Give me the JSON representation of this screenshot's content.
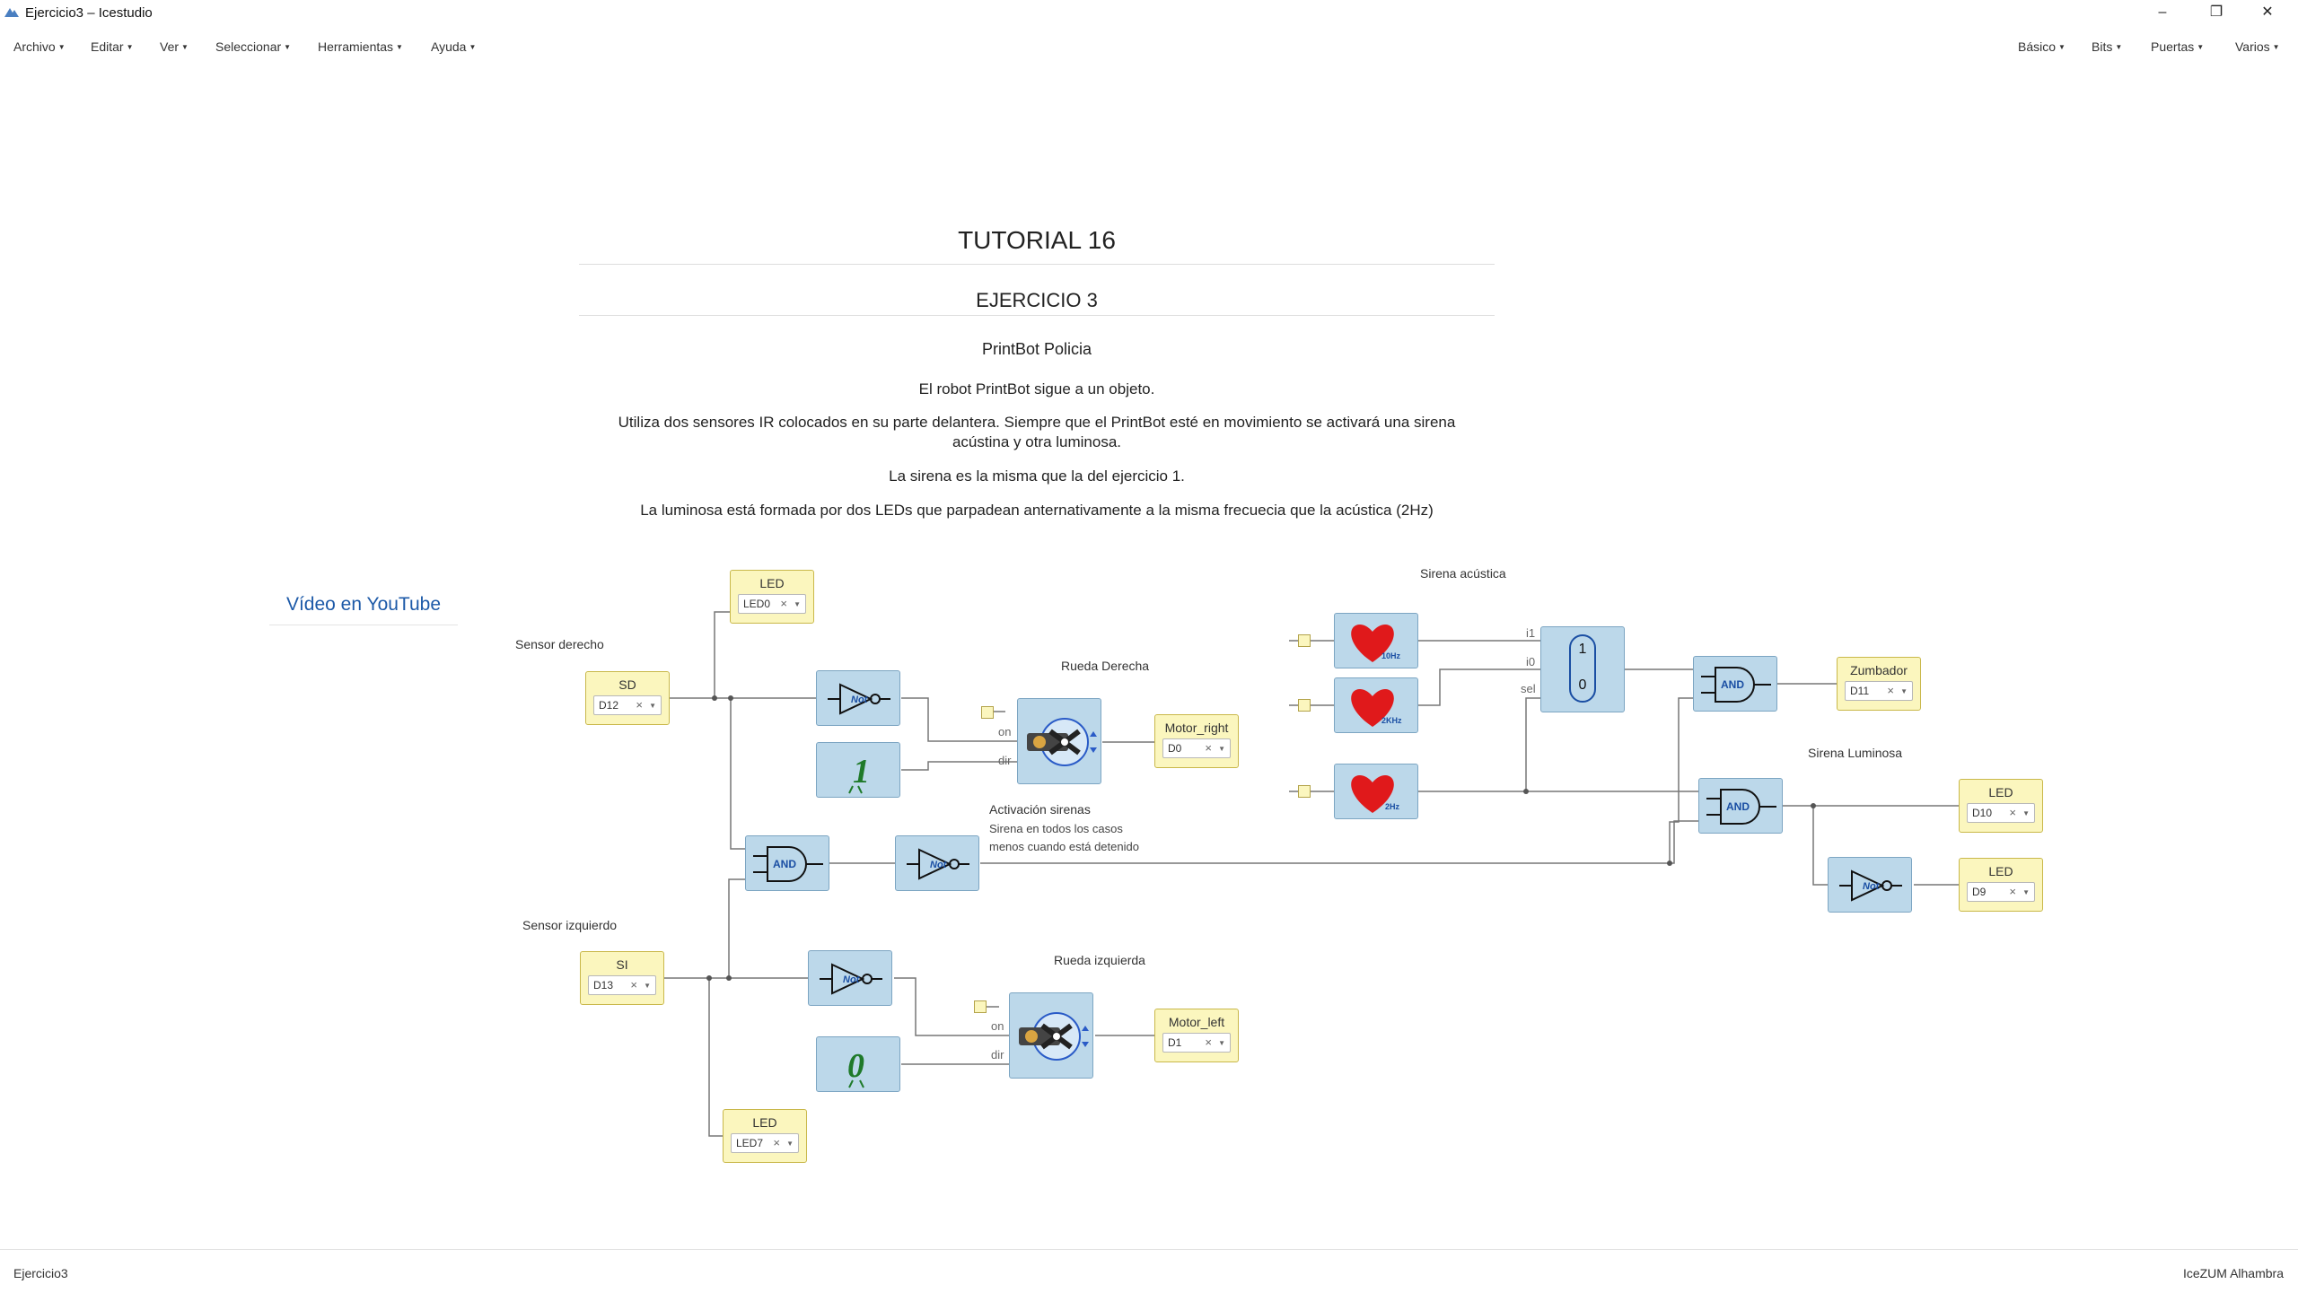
{
  "window": {
    "title": "Ejercicio3 – Icestudio"
  },
  "menus": {
    "left": [
      "Archivo",
      "Editar",
      "Ver",
      "Seleccionar",
      "Herramientas",
      "Ayuda"
    ],
    "right": [
      "Básico",
      "Bits",
      "Puertas",
      "Varios"
    ]
  },
  "doc": {
    "title": "TUTORIAL 16",
    "subtitle": "EJERCICIO 3",
    "heading": "PrintBot Policia",
    "p1": "El robot PrintBot sigue a un objeto.",
    "p2": "Utiliza dos sensores IR colocados en su parte delantera. Siempre que el PrintBot esté en movimiento se activará una sirena acústina y otra luminosa.",
    "p3": "La sirena es la misma que la del ejercicio 1.",
    "p4": "La luminosa está formada por dos LEDs que parpadean anternativamente a la misma frecuecia que la acústica (2Hz)",
    "youtube_link": "Vídeo en YouTube"
  },
  "labels": {
    "sensor_derecho": "Sensor derecho",
    "sensor_izquierdo": "Sensor izquierdo",
    "rueda_derecha": "Rueda Derecha",
    "rueda_izquierda": "Rueda izquierda",
    "activacion_title": "Activación sirenas",
    "activacion_line1": "Sirena en todos los casos",
    "activacion_line2": "menos cuando está detenido",
    "sirena_acustica": "Sirena acústica",
    "sirena_luminosa": "Sirena Luminosa"
  },
  "io": {
    "led0": {
      "name": "LED",
      "pin": "LED0"
    },
    "sd": {
      "name": "SD",
      "pin": "D12"
    },
    "motor_right": {
      "name": "Motor_right",
      "pin": "D0"
    },
    "si": {
      "name": "SI",
      "pin": "D13"
    },
    "motor_left": {
      "name": "Motor_left",
      "pin": "D1"
    },
    "led7": {
      "name": "LED",
      "pin": "LED7"
    },
    "zumbador": {
      "name": "Zumbador",
      "pin": "D11"
    },
    "led_d10": {
      "name": "LED",
      "pin": "D10"
    },
    "led_d9": {
      "name": "LED",
      "pin": "D9"
    }
  },
  "blocks": {
    "not_label": "Not",
    "and_label": "AND",
    "const_one": "1",
    "const_zero": "0",
    "heart_10hz": "10Hz",
    "heart_2khz": "2KHz",
    "heart_2hz": "2Hz",
    "mux_one": "1",
    "mux_zero": "0"
  },
  "pins": {
    "on": "on",
    "dir": "dir",
    "i1": "i1",
    "i0": "i0",
    "sel": "sel"
  },
  "status": {
    "left": "Ejercicio3",
    "right": "IceZUM Alhambra"
  }
}
